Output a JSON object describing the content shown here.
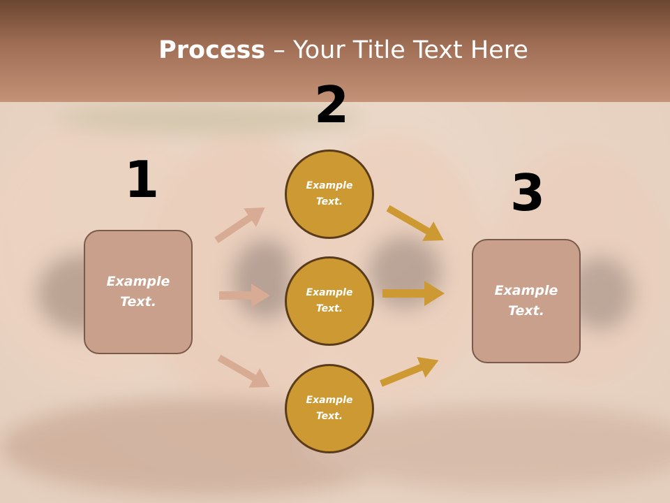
{
  "title": {
    "bold": "Process",
    "rest": " – Your Title Text Here"
  },
  "steps": {
    "n1": "1",
    "n2": "2",
    "n3": "3"
  },
  "left_box": {
    "line1": "Example",
    "line2": "Text."
  },
  "right_box": {
    "line1": "Example",
    "line2": "Text."
  },
  "circles": [
    {
      "line1": "Example",
      "line2": "Text."
    },
    {
      "line1": "Example",
      "line2": "Text."
    },
    {
      "line1": "Example",
      "line2": "Text."
    }
  ],
  "colors": {
    "header_dark": "#6b4630",
    "box_fill": "#c9a08c",
    "circle_fill": "#cd9933",
    "arrow_left": "#d8ac94",
    "arrow_right": "#cd9933"
  }
}
